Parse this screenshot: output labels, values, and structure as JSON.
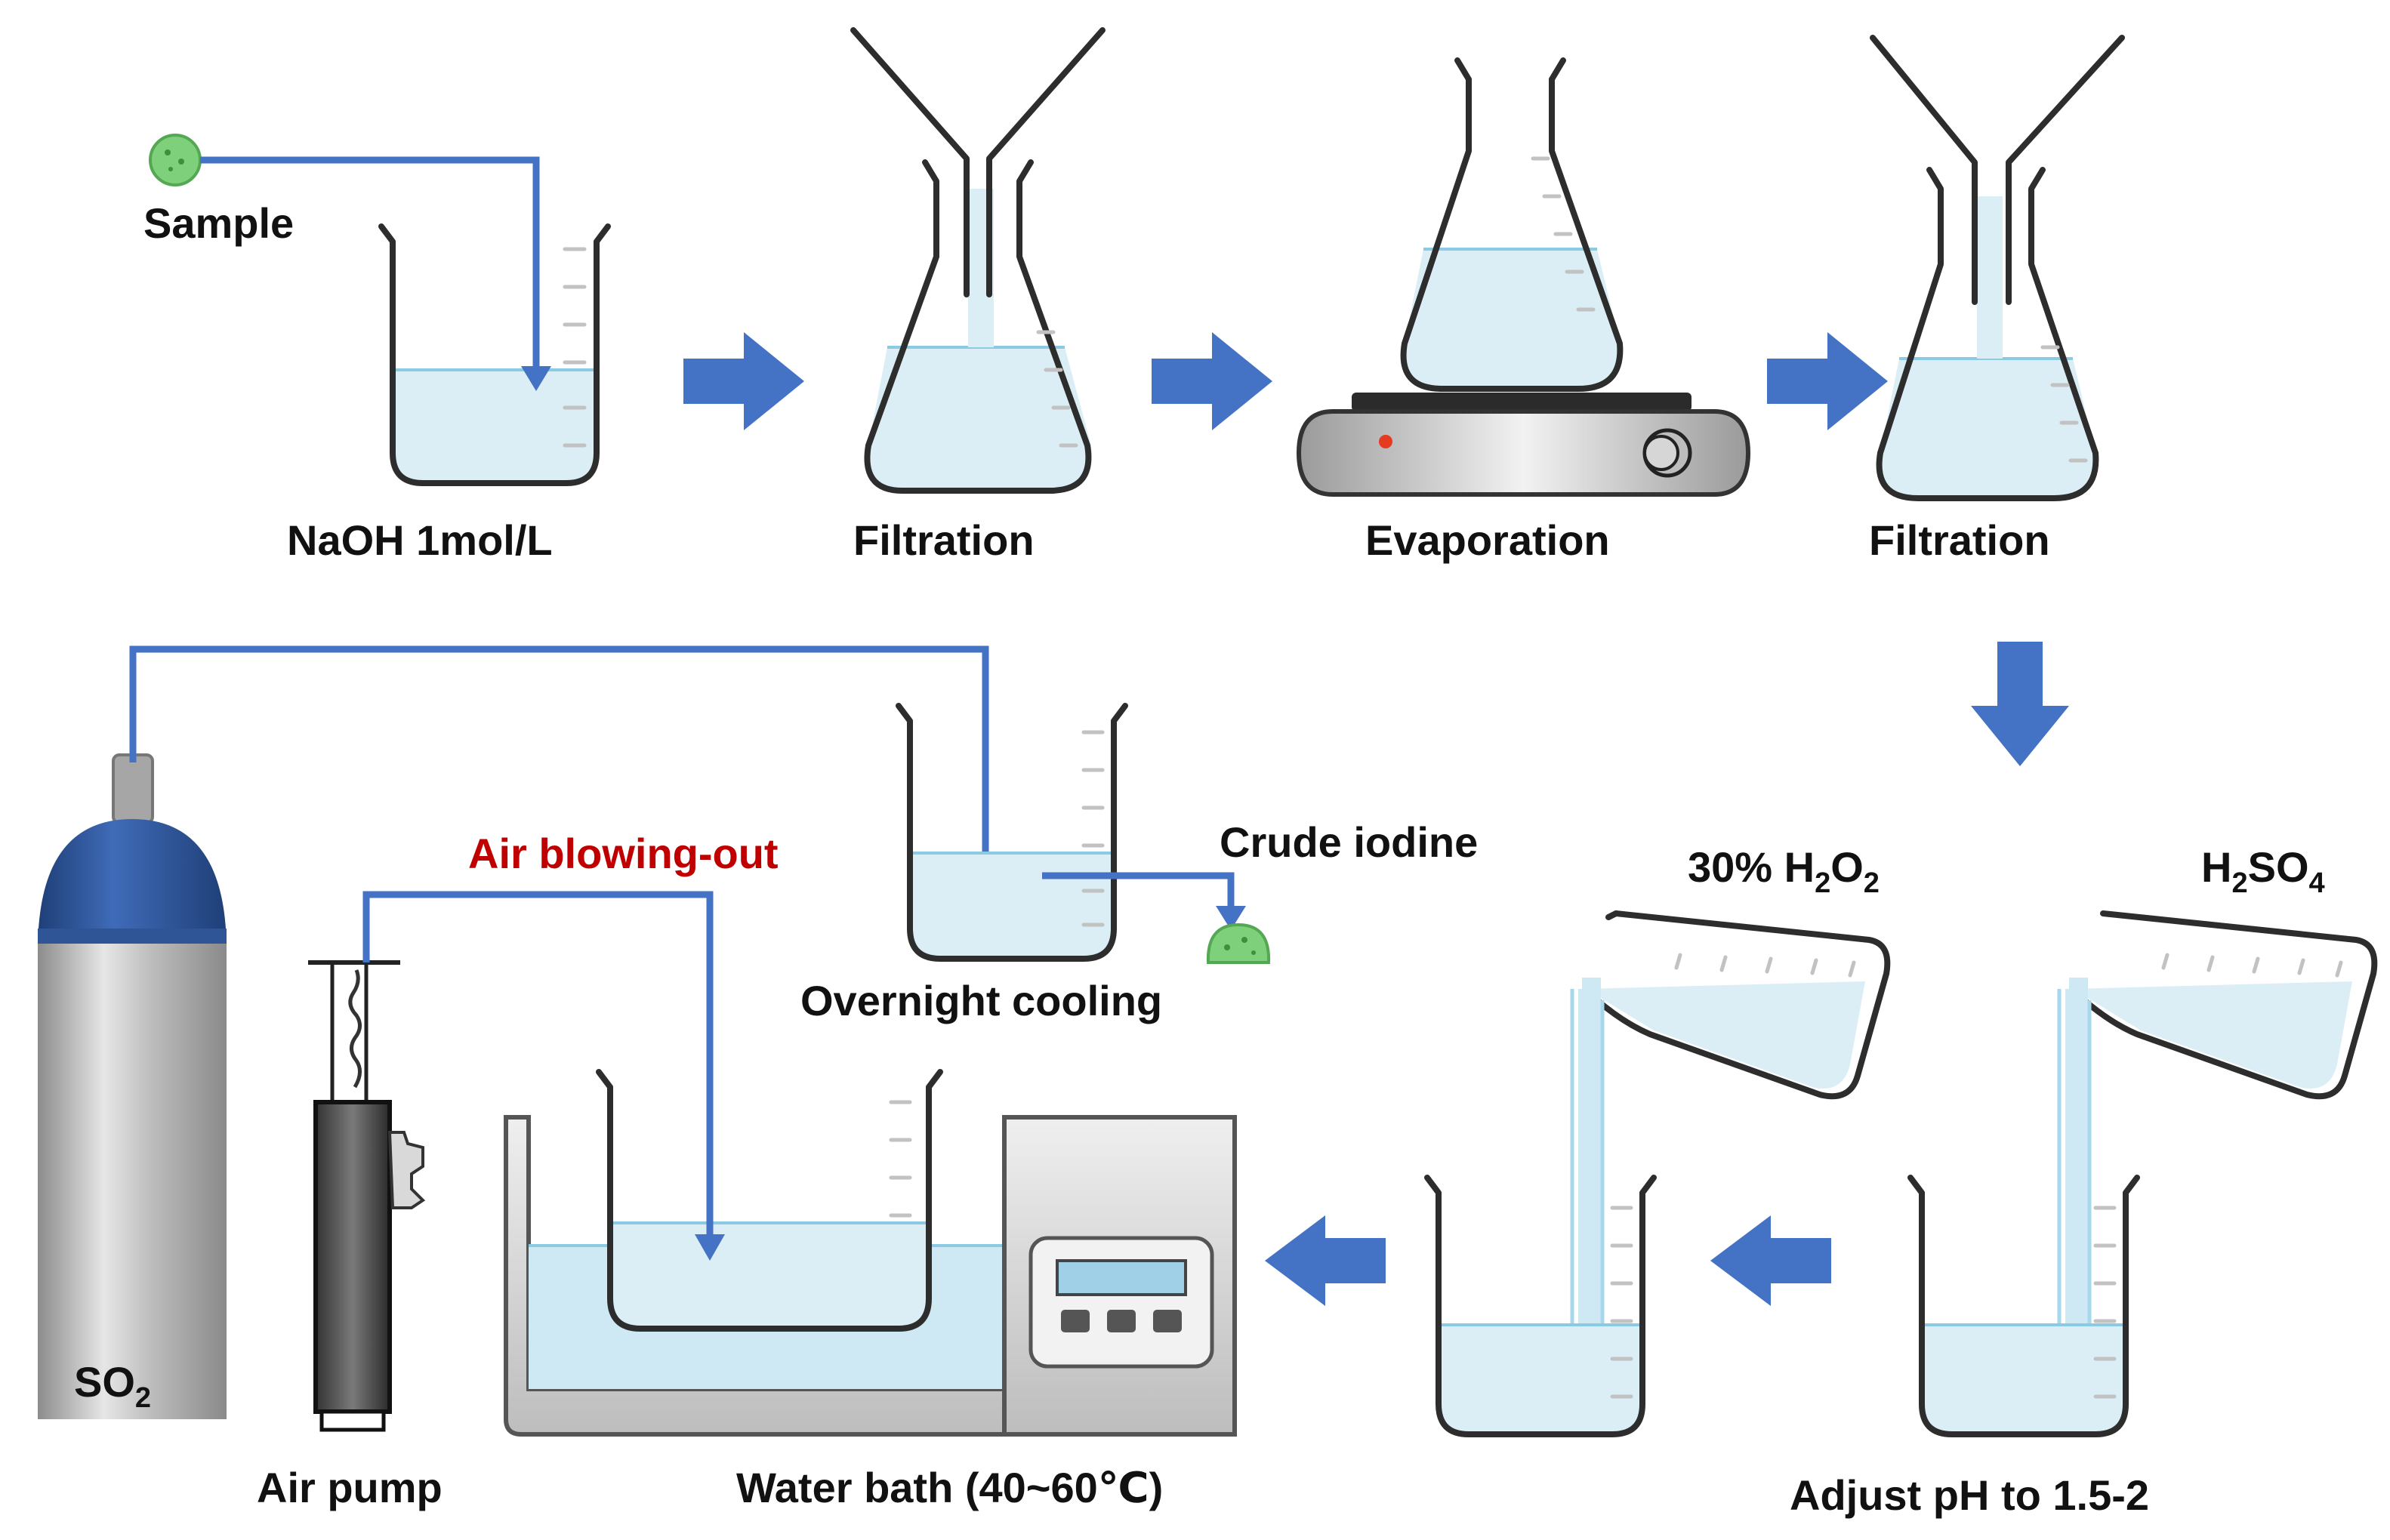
{
  "colors": {
    "arrow": "#4472c4",
    "tube": "#4472c4",
    "liquid": "#dbeef6",
    "liquid_line": "#8cc9e2",
    "sample_green": "#7ed07a",
    "highlight_label": "#c00000",
    "cylinder_cap": "#2f5597",
    "cylinder_body": "#bfbfbf"
  },
  "labels": {
    "sample": "Sample",
    "naoh": "NaOH 1mol/L",
    "filtration_1": "Filtration",
    "evaporation": "Evaporation",
    "filtration_2": "Filtration",
    "h2o2_prefix": "30% H",
    "h2o2_sub1": "2",
    "h2o2_mid": "O",
    "h2o2_sub2": "2",
    "h2so4_h": "H",
    "h2so4_sub1": "2",
    "h2so4_mid": "SO",
    "h2so4_sub2": "4",
    "adjust_ph": "Adjust pH to 1.5-2",
    "crude_iodine": "Crude iodine",
    "overnight_cooling": "Overnight cooling",
    "air_blowing_out": "Air blowing-out",
    "so2_main": "SO",
    "so2_sub": "2",
    "air_pump": "Air pump",
    "water_bath": "Water bath (40~60℃)"
  },
  "icons": {
    "sample_icon": "green-sample-blob",
    "crude_iodine_icon": "green-iodine-blob",
    "so2_icon": "gas-cylinder",
    "pump_icon": "air-pump",
    "water_bath_icon": "water-bath",
    "hotplate_icon": "hot-plate"
  }
}
